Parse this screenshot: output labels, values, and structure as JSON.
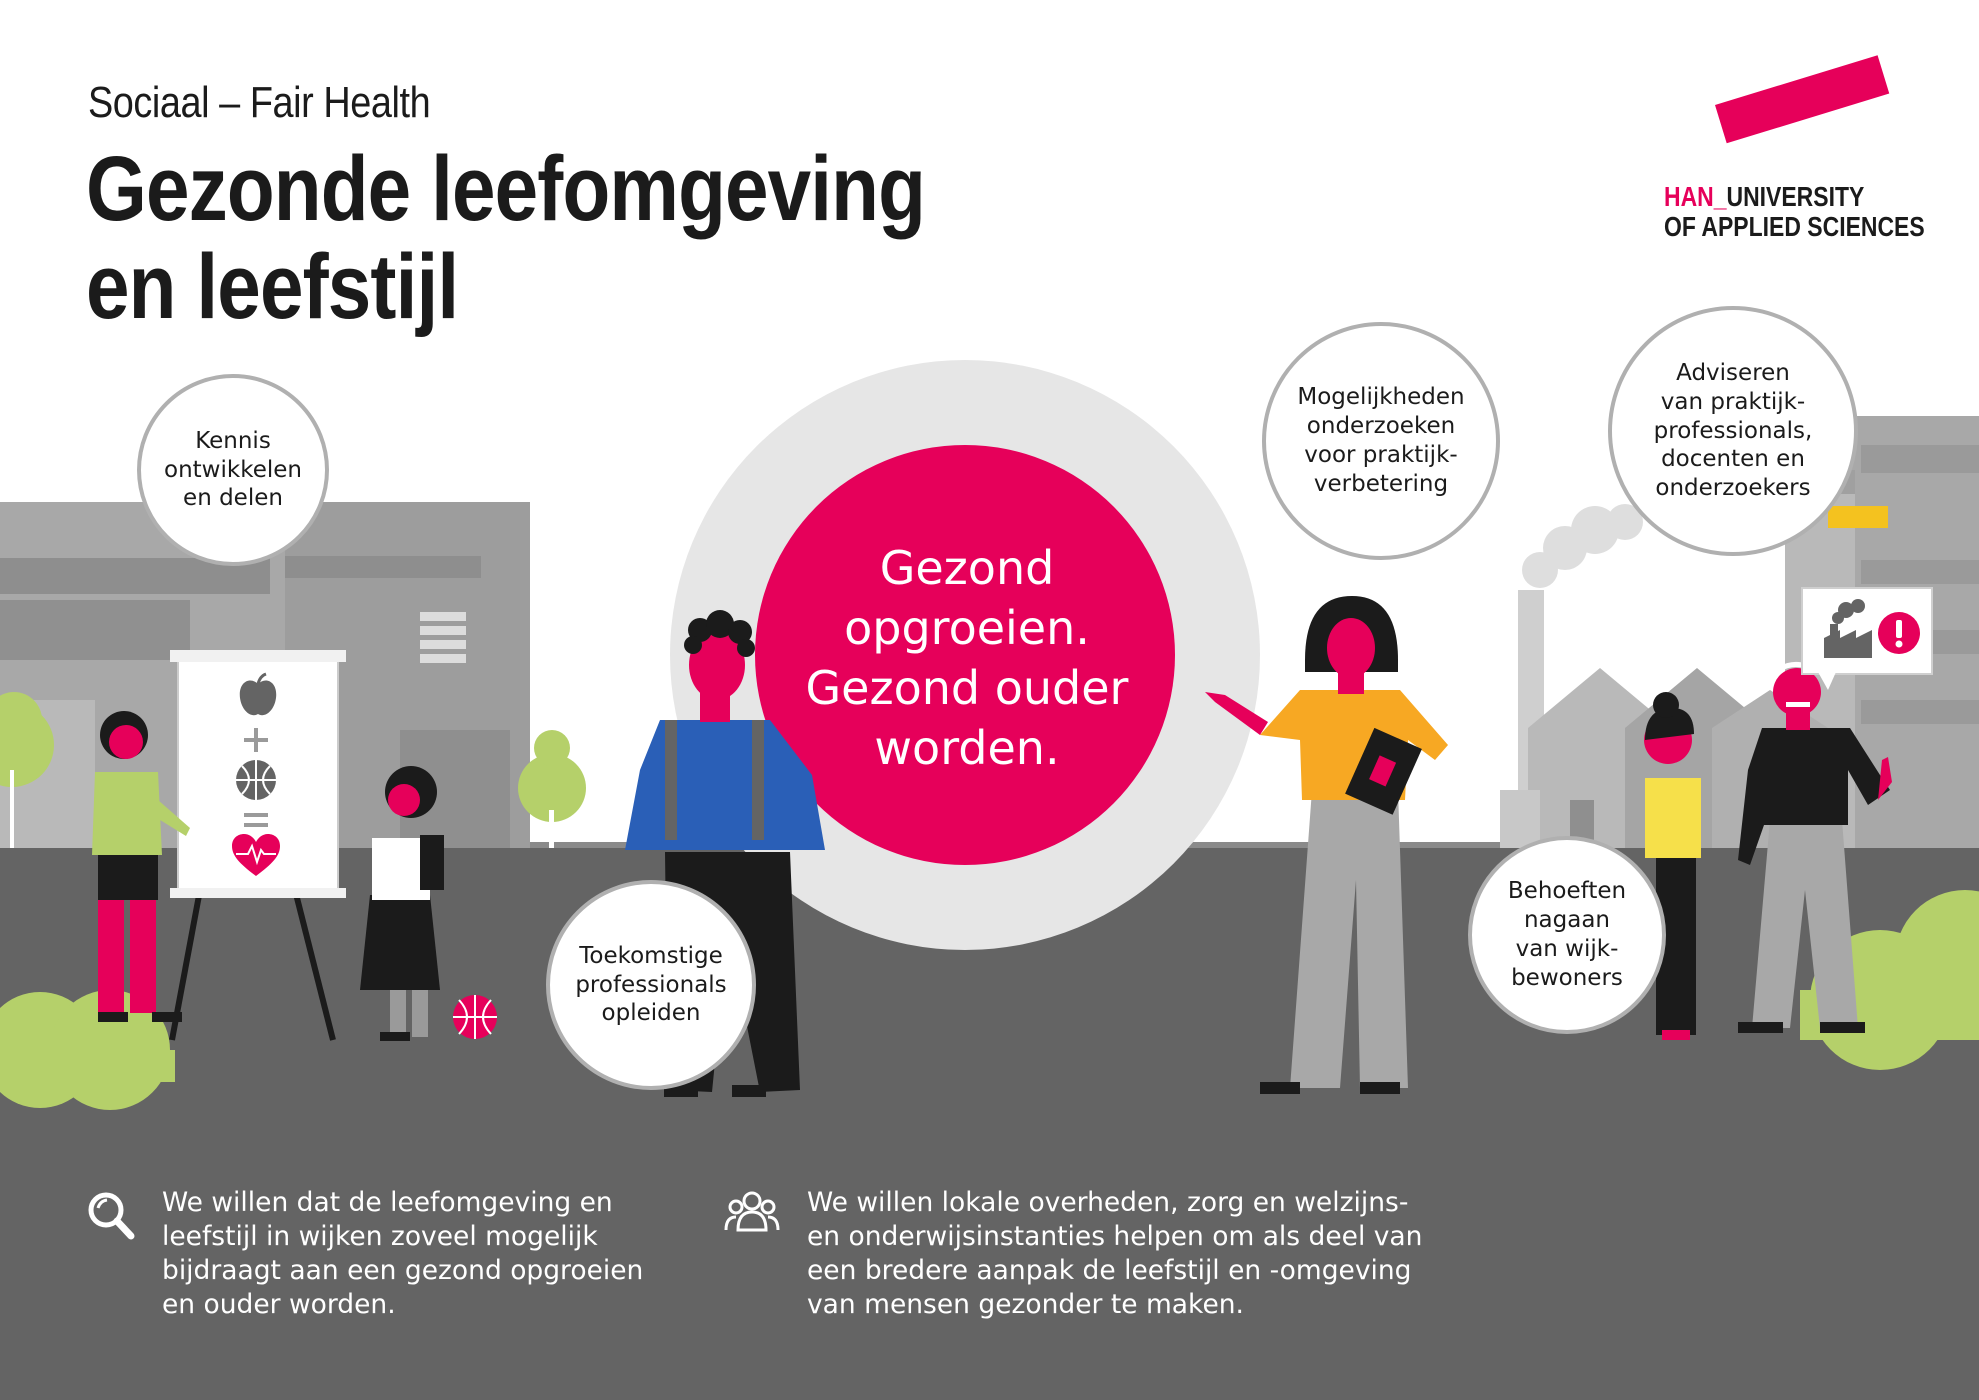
{
  "header": {
    "subtitle": "Sociaal – Fair Health",
    "title_lines": [
      "Gezonde leefomgeving",
      "en leefstijl"
    ]
  },
  "logo": {
    "part1": "HAN_",
    "part2": "UNIVERSITY",
    "line2": "OF APPLIED SCIENCES"
  },
  "center": {
    "lines": [
      "Gezond",
      "opgroeien.",
      "Gezond ouder",
      "worden."
    ]
  },
  "bubbles": {
    "kennis": "Kennis\nontwikkelen\nen delen",
    "toekomstige": "Toekomstige\nprofessionals\nopleiden",
    "mogelijkheden": "Mogelijkheden\nonderzoeken\nvoor praktijk-\nverbetering",
    "adviseren": "Adviseren\nvan praktijk-\nprofessionals,\ndocenten en\nonderzoekers",
    "behoeften": "Behoeften\nnagaan\nvan wijk-\nbewoners"
  },
  "footer": {
    "left_lines": [
      "We willen dat de leefomgeving en",
      "leefstijl in wijken zoveel mogelijk",
      "bijdraagt aan een gezond opgroeien",
      "en ouder worden."
    ],
    "right_lines": [
      "We willen lokale overheden, zorg en welzijns-",
      "en onderwijsinstanties helpen om als deel van",
      "een bredere aanpak de leefstijl en -omgeving",
      "van mensen gezonder te maken."
    ]
  },
  "icons": {
    "left": "search-icon",
    "right": "people-group-icon",
    "easel_top": "apple-icon",
    "easel_mid": "basketball-icon",
    "easel_bottom": "heart-icon",
    "speech": "factory-icon",
    "alert": "exclamation-icon"
  },
  "colors": {
    "accent": "#e6005a",
    "dark_gray": "#646464",
    "building_gray": "#a8a8a8",
    "light_gray": "#d6d6d6",
    "green": "#b5d06a",
    "yellow": "#f4c21f",
    "orange": "#f7a823",
    "blue": "#2a5fb7"
  }
}
